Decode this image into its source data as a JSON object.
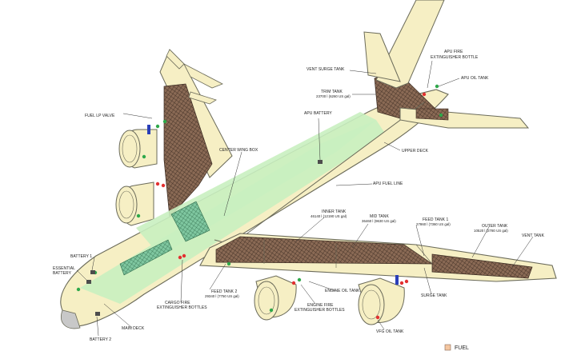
{
  "colors": {
    "background": "#ffffff",
    "structure": "#f6efc4",
    "outline": "#6b6b5a",
    "cabin": "#c9f0c0",
    "fuel": "#8a6a55",
    "green_light": "#2ea84a",
    "red_light": "#e23030",
    "blue_valve": "#2a3fb8",
    "battery": "#4d4d4d",
    "nose": "#c8c8c8",
    "legend_swatch": "#f4c6a0"
  },
  "labels": {
    "vent_surge_tank": "VENT SURGE TANK",
    "apu_fire_bottle_1": "APU FIRE",
    "apu_fire_bottle_2": "EXTINGUISHER BOTTLE",
    "apu_oil_tank": "APU OIL TANK",
    "trim_tank_1": "TRIM TANK",
    "trim_tank_2": "23700 l (6260 US gal)",
    "fuel_lp_valve": "FUEL LP VALVE",
    "apu_battery": "APU BATTERY",
    "upper_deck": "UPPER DECK",
    "center_wing_box": "CENTER WING BOX",
    "apu_fuel_line": "APU FUEL LINE",
    "inner_tank_1": "INNER TANK",
    "inner_tank_2": "46140 l (12190 US gal)",
    "mid_tank_1": "MID TANK",
    "mid_tank_2": "36460 l (9630 US gal)",
    "feed_tank1_1": "FEED TANK 1",
    "feed_tank1_2": "27860 l (7360 US gal)",
    "outer_tank_1": "OUTER TANK",
    "outer_tank_2": "10520 l (2780 US gal)",
    "vent_tank": "VENT TANK",
    "battery_1": "BATTERY 1",
    "essential_battery_1": "ESSENTIAL",
    "essential_battery_2": "BATTERY",
    "feed_tank2_1": "FEED TANK 2",
    "feed_tank2_2": "29340 l (7750 US gal)",
    "engine_oil_tank": "ENGINE OIL TANK",
    "surge_tank": "SURGE TANK",
    "cargo_fire_1": "CARGO FIRE",
    "cargo_fire_2": "EXTINGUISHER BOTTLES",
    "engine_fire_1": "ENGINE FIRE",
    "engine_fire_2": "EXTINGUISHER BOTTLES",
    "main_deck": "MAIN DECK",
    "battery_2": "BATTERY 2",
    "vfg_oil_tank": "VFG OIL TANK",
    "legend_fuel": "FUEL"
  }
}
